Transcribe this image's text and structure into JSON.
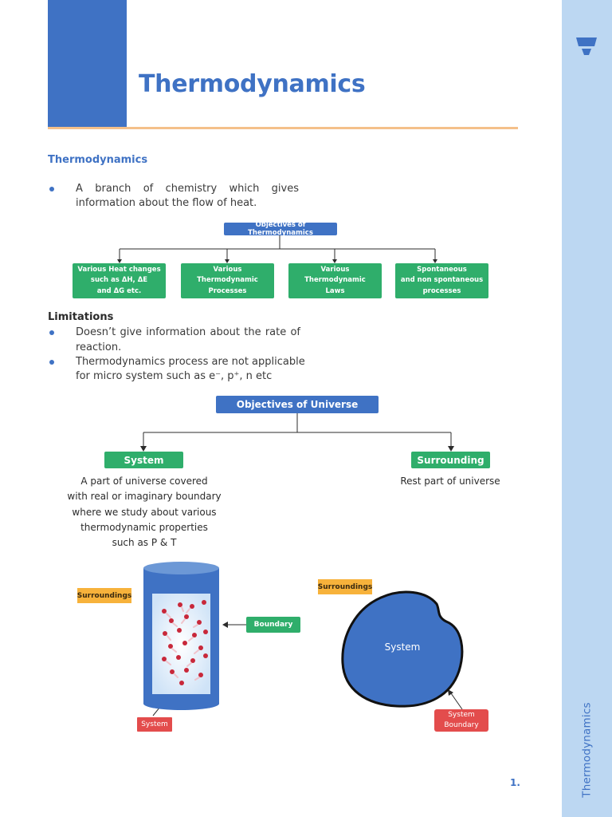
{
  "header": {
    "title": "Thermodynamics"
  },
  "section": {
    "heading": "Thermodynamics",
    "bullet1_line1": "A branch of chemistry which gives",
    "bullet1_line2": "information about the flow of heat."
  },
  "objectives_thermo": {
    "root": "Objectives of Thermodynamics",
    "children": [
      {
        "line1": "Various Heat changes",
        "line2": "such as ΔH, ΔE",
        "line3": "and ΔG etc."
      },
      {
        "line1": "Various",
        "line2": "Thermodynamic",
        "line3": "Processes"
      },
      {
        "line1": "Various",
        "line2": "Thermodynamic",
        "line3": "Laws"
      },
      {
        "line1": "Spontaneous",
        "line2": "and non spontaneous",
        "line3": "processes"
      }
    ]
  },
  "limitations": {
    "heading": "Limitations",
    "bullet1_line1": "Doesn’t give information about the rate of",
    "bullet1_line2": "reaction.",
    "bullet2_line1": "Thermodynamics process are not applicable",
    "bullet2_line2": "for micro system such as e⁻, p⁺, n etc"
  },
  "objectives_universe": {
    "root": "Objectives of Universe",
    "system_label": "System",
    "surrounding_label": "Surrounding",
    "system_desc": [
      "A part of universe covered",
      "with real or imaginary boundary",
      "where we study about various",
      "thermodynamic properties",
      "such as P & T"
    ],
    "surrounding_desc": "Rest part of universe"
  },
  "figure": {
    "cyl_surroundings": "Surroundings",
    "cyl_boundary": "Boundary",
    "cyl_system": "System",
    "blob_surroundings": "Surroundings",
    "blob_system": "System",
    "blob_boundary_line1": "System",
    "blob_boundary_line2": "Boundary"
  },
  "sidebar": {
    "vertical_title": "Thermodynamics",
    "logo_icon": "unacademy-cup-icon"
  },
  "footer": {
    "page_number": "1."
  },
  "colors": {
    "brand_blue": "#3f72c4",
    "green": "#2fae6b",
    "orange": "#f7b23b",
    "red": "#e34c4c",
    "sidebar": "#bcd7f2"
  }
}
